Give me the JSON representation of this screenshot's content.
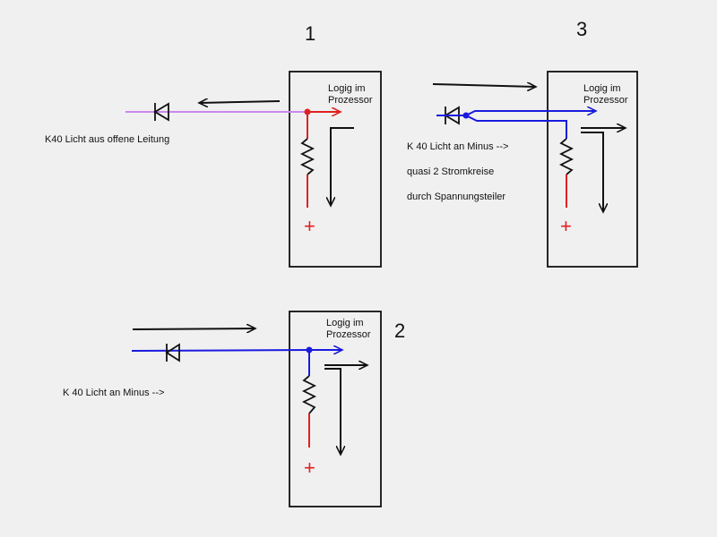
{
  "diagram": {
    "panel_1": {
      "number": "1",
      "logic_label_line1": "Logig im",
      "logic_label_line2": "Prozessor",
      "caption": "K40 Licht aus offene Leitung",
      "plus_sign": "+"
    },
    "panel_2": {
      "number": "2",
      "logic_label_line1": "Logig im",
      "logic_label_line2": "Prozessor",
      "caption": "K 40 Licht an Minus -->",
      "plus_sign": "+"
    },
    "panel_3": {
      "number": "3",
      "logic_label_line1": "Logig im",
      "logic_label_line2": "Prozessor",
      "caption_line1": "K 40 Licht an Minus -->",
      "caption_line2": "quasi 2 Stromkreise",
      "caption_line3": "durch Spannungsteiler",
      "plus_sign": "+"
    },
    "colors": {
      "ink": "#111111",
      "red_wire": "#e02020",
      "blue_wire": "#1a1ae0",
      "violet_wire": "#cc88ee",
      "background": "#f0f0f0"
    }
  }
}
